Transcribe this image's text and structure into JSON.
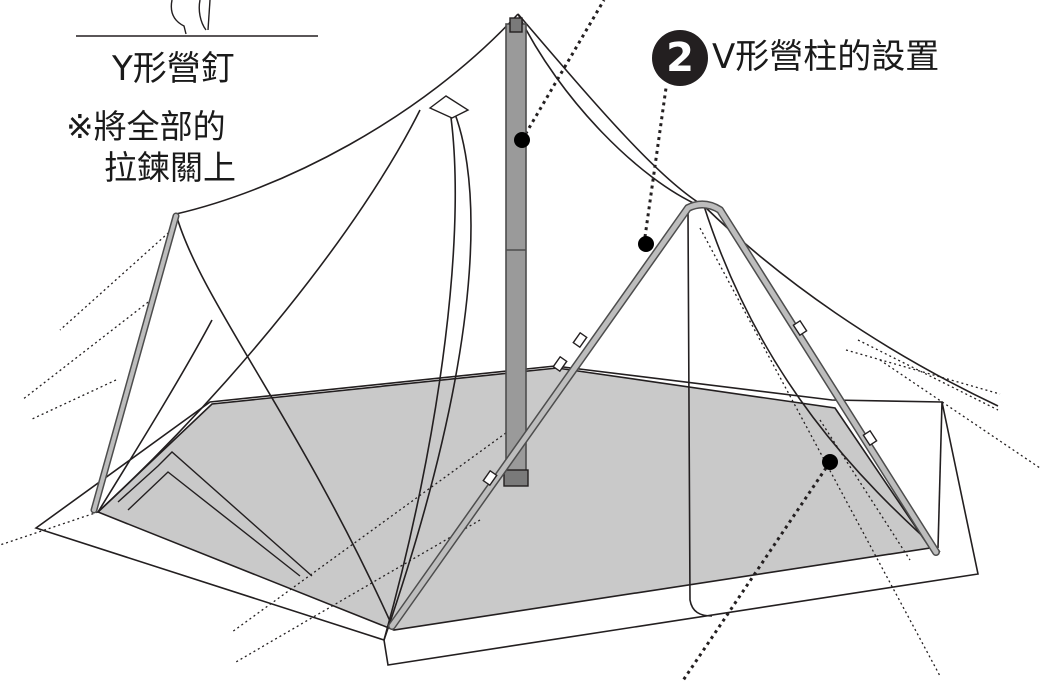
{
  "labels": {
    "peg": "Y形營釘",
    "note_line1": "※將全部的",
    "note_line2": "拉鍊關上",
    "step_number": "2",
    "step_text": "V形營柱的設置"
  },
  "colors": {
    "line": "#231f20",
    "floor": "#c9c9c9",
    "pole": "#9a9a9a",
    "pole_edge": "#4d4d4d",
    "marker": "#000000"
  },
  "icons": [
    "y-peg-icon",
    "pointer-dot-icon"
  ]
}
